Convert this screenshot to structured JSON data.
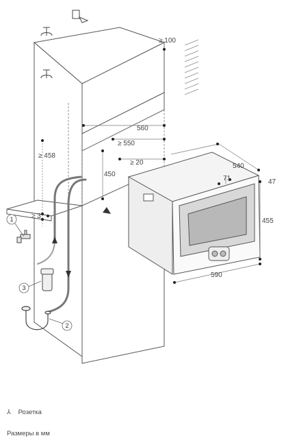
{
  "dimensions": {
    "d100": "≥ 100",
    "d560": "560",
    "d550": "≥ 550",
    "d20": "≥ 20",
    "d458": "≥ 458",
    "d450": "450",
    "d3": "≥ 3",
    "d540": "540",
    "d71": "71",
    "d47": "47",
    "d455": "455",
    "d590": "590"
  },
  "callouts": {
    "c1": "1",
    "c2": "2",
    "c3": "3"
  },
  "legend": {
    "socket_label": "Розетка",
    "units_label": "Размеры в мм"
  },
  "icons": {
    "socket": "power-socket-icon",
    "tap": "water-tap-icon",
    "drain": "siphon-icon",
    "filter": "water-filter-icon"
  }
}
